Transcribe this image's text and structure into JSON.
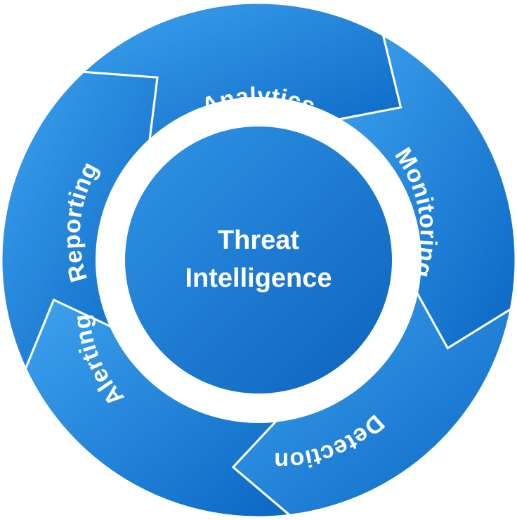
{
  "center": {
    "line1": "Threat",
    "line2": "Intelligence"
  },
  "stages": [
    {
      "label": "Analytics"
    },
    {
      "label": "Monitoring"
    },
    {
      "label": "Detection"
    },
    {
      "label": "Alerting"
    },
    {
      "label": "Reporting"
    }
  ],
  "colors": {
    "ring_light": "#3ea2ee",
    "ring_dark": "#0a67c4",
    "separator": "#ffffff",
    "hub_light": "#2f95e6",
    "hub_dark": "#0d62bd",
    "text": "#ffffff"
  }
}
